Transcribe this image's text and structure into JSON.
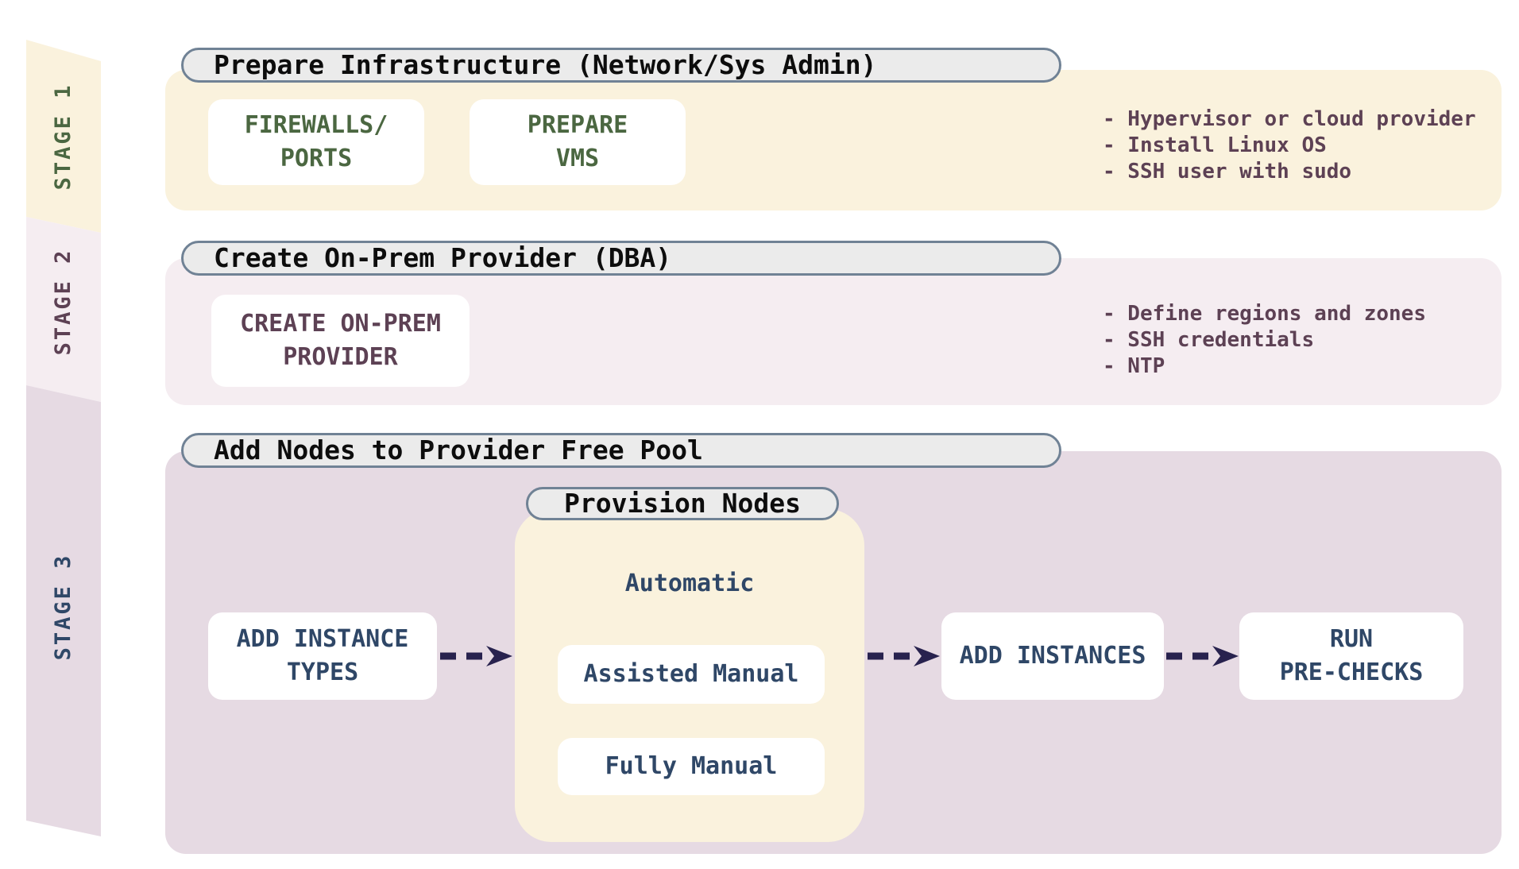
{
  "stages": [
    {
      "ribbon_label": "STAGE 1",
      "header": "Prepare Infrastructure (Network/Sys Admin)",
      "boxes": [
        {
          "line1": "FIREWALLS/",
          "line2": "PORTS"
        },
        {
          "line1": "PREPARE",
          "line2": "VMS"
        }
      ],
      "notes": [
        "- Hypervisor or cloud provider",
        "- Install Linux OS",
        "- SSH user with sudo"
      ]
    },
    {
      "ribbon_label": "STAGE 2",
      "header": "Create On-Prem Provider (DBA)",
      "boxes": [
        {
          "line1": "CREATE ON-PREM",
          "line2": "PROVIDER"
        }
      ],
      "notes": [
        "- Define regions and zones",
        "- SSH credentials",
        "- NTP"
      ]
    },
    {
      "ribbon_label": "STAGE 3",
      "header": "Add Nodes to Provider Free Pool",
      "provision_header": "Provision Nodes",
      "provision_options": [
        "Automatic",
        "Assisted Manual",
        "Fully Manual"
      ],
      "flow_boxes": [
        {
          "line1": "ADD INSTANCE",
          "line2": "TYPES"
        },
        {
          "line1": "ADD INSTANCES"
        },
        {
          "line1": "RUN",
          "line2": "PRE-CHECKS"
        }
      ]
    }
  ],
  "colors": {
    "stage1_band": "#faf2dd",
    "stage2_band": "#f5edf1",
    "stage3_band": "#e6dae3",
    "stage1_text": "#4b6741",
    "stage2_text": "#5d4154",
    "stage3_text": "#2f4767",
    "header_pill_fill": "#ebebeb",
    "header_pill_border": "#708295",
    "arrow": "#28224e",
    "box_fill": "#ffffff"
  }
}
